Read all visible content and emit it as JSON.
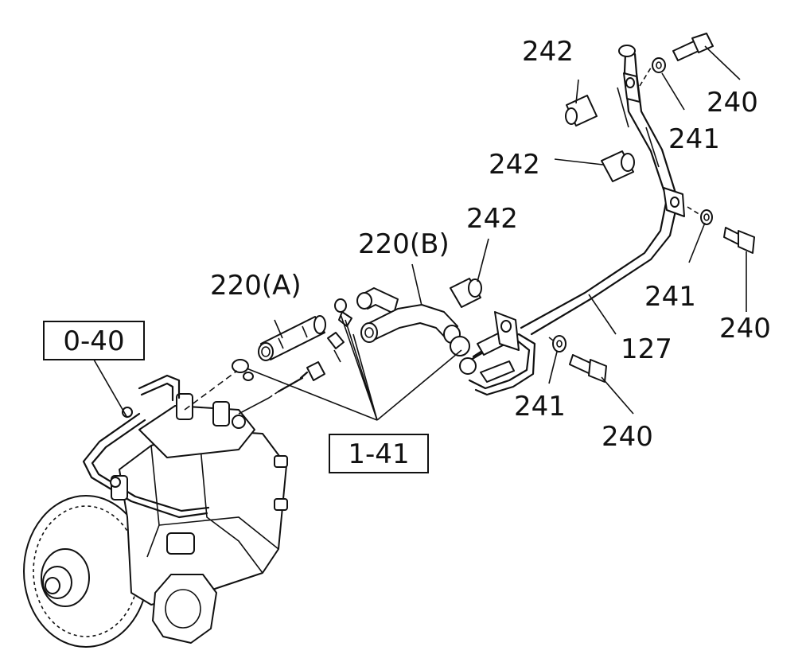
{
  "labels": {
    "ref_0_40": "0-40",
    "ref_1_41": "1-41",
    "pipe_a": "220(A)",
    "pipe_b": "220(B)",
    "bracket_pipe": "127",
    "collar_top": "242",
    "collar_mid": "242",
    "collar_low": "242",
    "washer_top": "241",
    "washer_mid": "241",
    "washer_low": "241",
    "bolt_top": "240",
    "bolt_mid": "240",
    "bolt_low": "240"
  }
}
